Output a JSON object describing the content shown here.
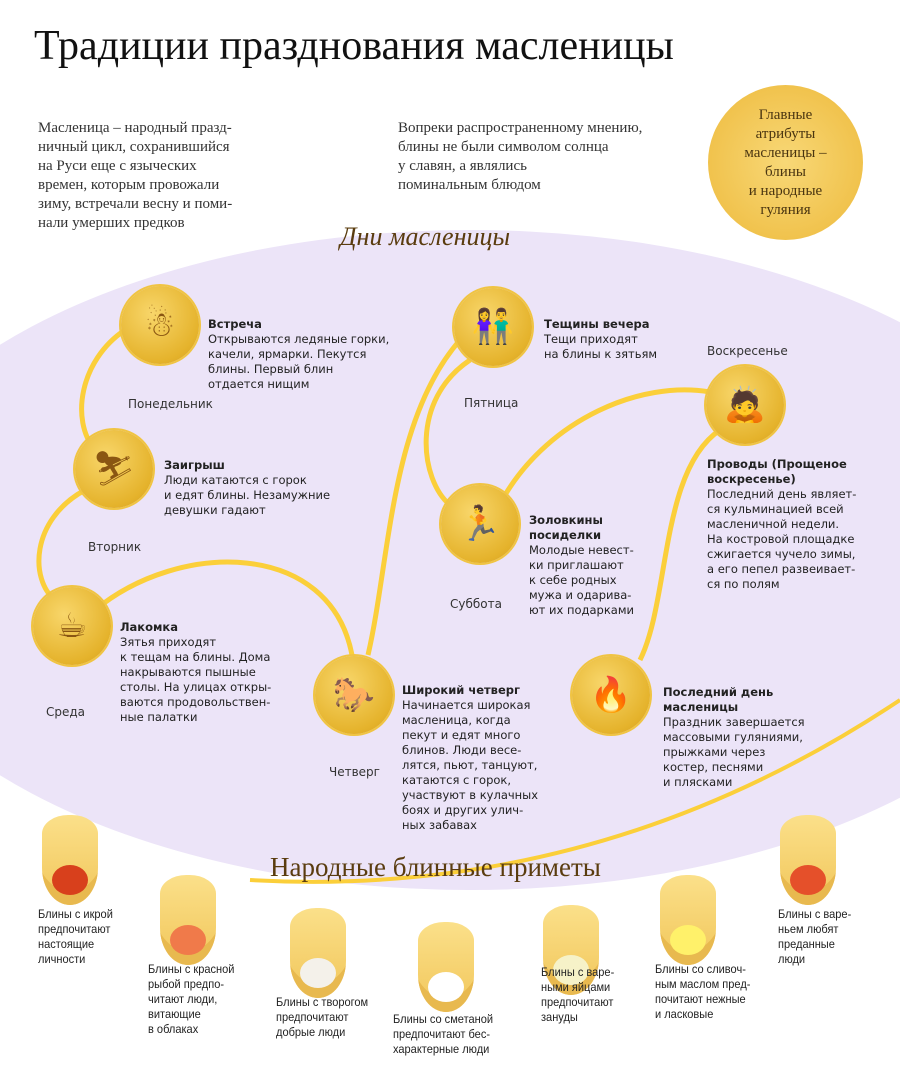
{
  "title": "Традиции празднования масленицы",
  "intro_left": "Масленица – народный празд-\nничный цикл, сохранившийся\nна Руси еще с языческих\nвремен, которым провожали\nзиму, встречали весну и поми-\nнали умерших предков",
  "intro_middle": "Вопреки распространенному мнению,\nблины не были символом солнца\nу славян, а являлись\nпоминальным блюдом",
  "badge": "Главные\nатрибуты\nмасленицы –\nблины\nи народные\nгуляния",
  "days_heading": "Дни масленицы",
  "days": [
    {
      "day": "Понедельник",
      "title": "Встреча",
      "text": "Открываются ледяные горки,\nкачели, ярмарки. Пекутся\nблины. Первый блин\nотдается нищим",
      "icon": "scarecrow-icon"
    },
    {
      "day": "Вторник",
      "title": "Заигрыш",
      "text": "Люди катаются с горок\nи едят блины. Незамужние\nдевушки гадают",
      "icon": "sledding-icon"
    },
    {
      "day": "Среда",
      "title": "Лакомка",
      "text": "Зятья приходят\nк тещам на блины. Дома\nнакрываются пышные\nстолы. На улицах откры-\nваются продовольствен-\nные палатки",
      "icon": "pancakes-tea-icon"
    },
    {
      "day": "Четверг",
      "title": "Широкий четверг",
      "text": "Начинается широкая\nмасленица, когда\nпекут и едят много\nблинов. Люди весе-\nлятся, пьют, танцуют,\nкатаются с горок,\nучаствуют в кулачных\nбоях и других улич-\nных забавах",
      "icon": "horse-sleigh-icon"
    },
    {
      "day": "Пятница",
      "title": "Тещины вечера",
      "text": "Тещи приходят\nна блины к зятьям",
      "icon": "couple-icon"
    },
    {
      "day": "Суббота",
      "title": "Золовкины\nпосиделки",
      "text": "Молодые невест-\nки приглашают\nк себе родных\nмужа и одарива-\nют их подарками",
      "icon": "woman-icon"
    },
    {
      "day": "Воскресенье",
      "title": "Проводы (Прощеное\nвоскресенье)",
      "text": "Последний день являет-\nся кульминацией всей\nмасленичной недели.\nНа костровой площадке\nсжигается чучело зимы,\nа его пепел развеивает-\nся по полям",
      "icon": "bowing-people-icon"
    },
    {
      "title": "Последний день\nмасленицы",
      "text": "Праздник завершается\nмассовыми гуляниями,\nпрыжками через\nкостер, песнями\nи плясками",
      "icon": "bonfire-icon"
    }
  ],
  "signs_heading": "Народные блинные приметы",
  "signs": [
    {
      "text": "Блины с икрой\nпредпочитают\nнастоящие\nличности",
      "fill": "#d8401c"
    },
    {
      "text": "Блины с красной\nрыбой предпо-\nчитают люди,\nвитающие\nв облаках",
      "fill": "#f07a4a"
    },
    {
      "text": "Блины с творогом\nпредпочитают\nдобрые люди",
      "fill": "#f4f1ea"
    },
    {
      "text": "Блины со сметаной\nпредпочитают бес-\nхарактерные люди",
      "fill": "#ffffff"
    },
    {
      "text": "Блины с варе-\nными яйцами\nпредпочитают\nзануды",
      "fill": "#f6f2c8"
    },
    {
      "text": "Блины со сливоч-\nным маслом пред-\nпочитают нежные\nи ласковые",
      "fill": "#fff16a"
    },
    {
      "text": "Блины с варе-\nньем любят\nпреданные\nлюди",
      "fill": "#e5502a"
    }
  ],
  "colors": {
    "lavender": "#ece4f8",
    "gold": "#f5c842",
    "path": "#fbcf3a"
  }
}
